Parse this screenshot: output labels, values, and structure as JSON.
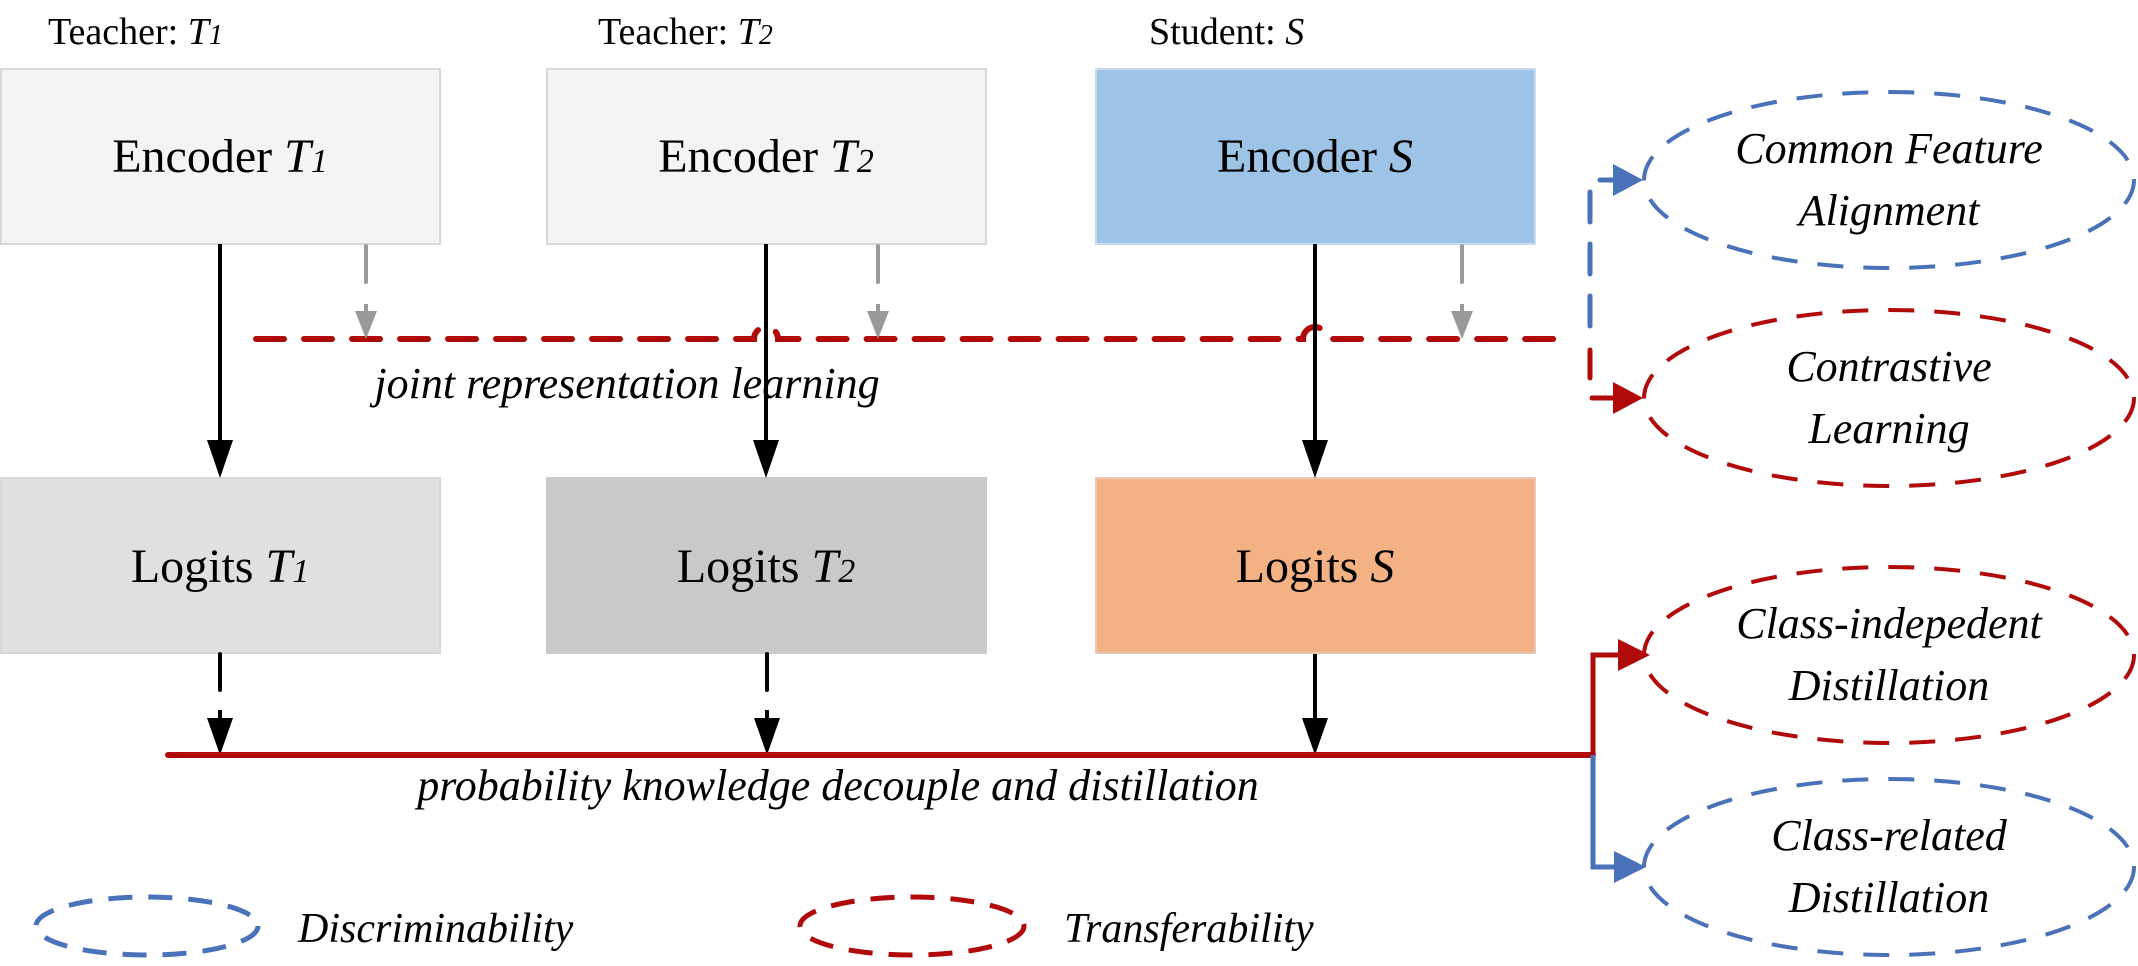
{
  "columns": [
    {
      "id": "t1",
      "role_label": "Teacher: ",
      "role_symbol": "T",
      "role_sub": "1",
      "encoder_label": "Encoder ",
      "encoder_symbol": "T",
      "encoder_sub": "1",
      "logits_label": "Logits ",
      "logits_symbol": "T",
      "logits_sub": "1",
      "encoder_fill": "#F4F4F4",
      "logits_fill": "#E0E0E0"
    },
    {
      "id": "t2",
      "role_label": "Teacher: ",
      "role_symbol": "T",
      "role_sub": "2",
      "encoder_label": "Encoder ",
      "encoder_symbol": "T",
      "encoder_sub": "2",
      "logits_label": "Logits ",
      "logits_symbol": "T",
      "logits_sub": "2",
      "encoder_fill": "#F4F4F4",
      "logits_fill": "#C9C9C9"
    },
    {
      "id": "s",
      "role_label": "Student: ",
      "role_symbol": "S",
      "role_sub": "",
      "encoder_label": "Encoder ",
      "encoder_symbol": "S",
      "encoder_sub": "",
      "logits_label": "Logits ",
      "logits_symbol": "S",
      "logits_sub": "",
      "encoder_fill": "#9DC3E6",
      "logits_fill": "#F4B183"
    }
  ],
  "flows": {
    "joint_label": "joint representation learning",
    "prob_label": "probability knowledge decouple and distillation"
  },
  "objectives": [
    {
      "id": "common-feature-alignment",
      "line1": "Common Feature",
      "line2": "Alignment",
      "category": "discriminability"
    },
    {
      "id": "contrastive-learning",
      "line1": "Contrastive",
      "line2": "Learning",
      "category": "transferability"
    },
    {
      "id": "class-independent-distillation",
      "line1": "Class-indepedent",
      "line2": "Distillation",
      "category": "transferability"
    },
    {
      "id": "class-related-distillation",
      "line1": "Class-related",
      "line2": "Distillation",
      "category": "discriminability"
    }
  ],
  "legend": [
    {
      "id": "discriminability",
      "label": "Discriminability"
    },
    {
      "id": "transferability",
      "label": "Transferability"
    }
  ],
  "colors": {
    "discriminability": "#4A72B8",
    "transferability": "#B00A0A",
    "gray_arrow": "#999999",
    "box_border": "#D8D8D8"
  }
}
